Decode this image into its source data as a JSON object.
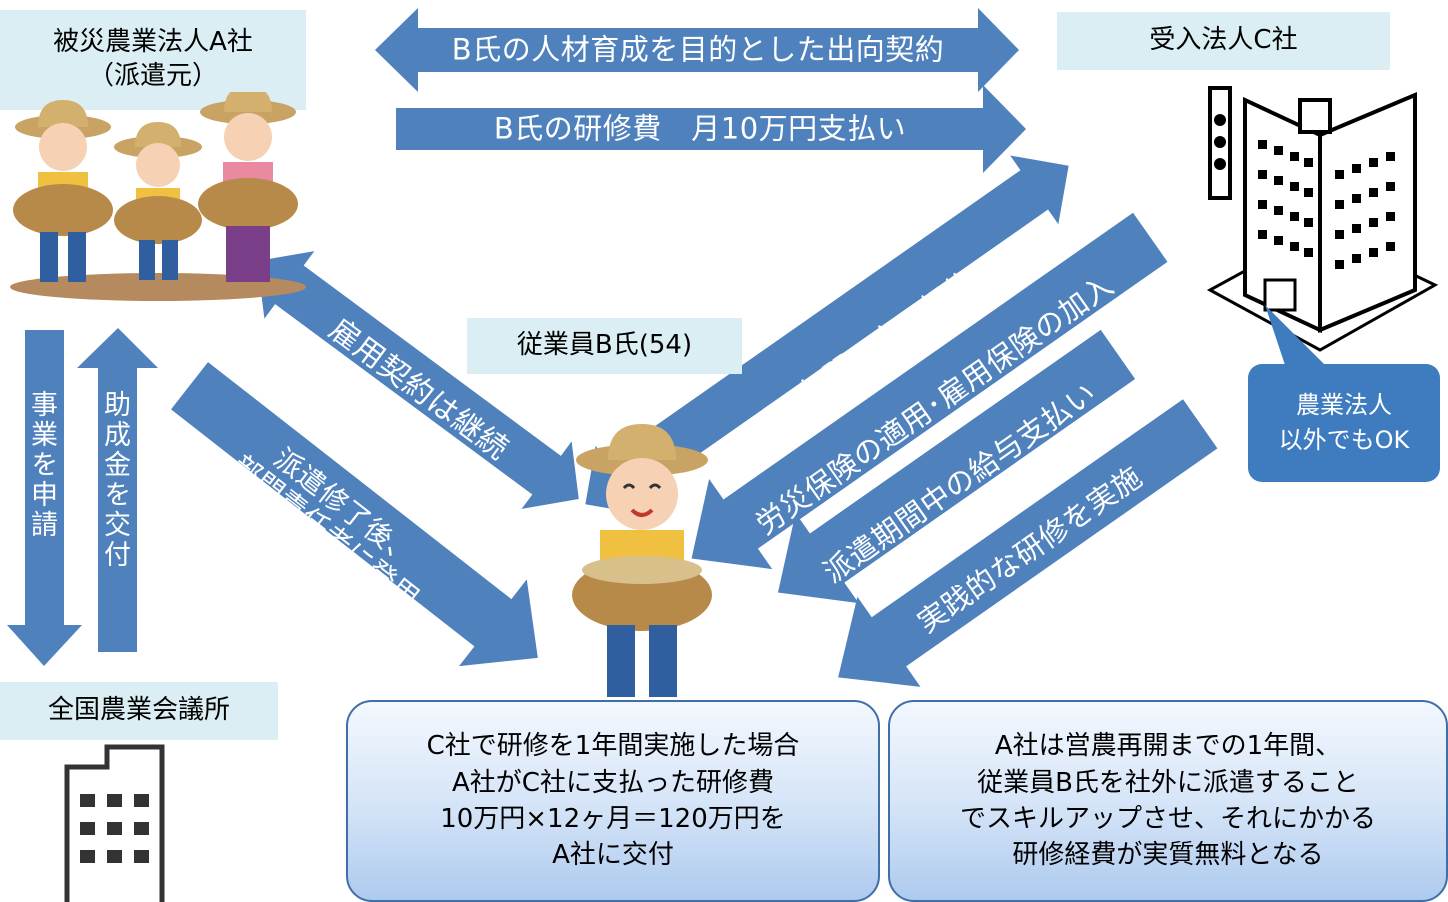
{
  "colors": {
    "arrow": "#4f81bd",
    "label_bg": "#daeef3",
    "bubble": "#3e7cbf"
  },
  "labels": {
    "company_a": "被災農業法人A社\n（派遣元）",
    "company_c": "受入法人C社",
    "employee_b": "従業員B氏(54)",
    "national_chamber": "全国農業会議所"
  },
  "arrows": {
    "secondment_contract": "B氏の人材育成を目的とした出向契約",
    "training_fee": "B氏の研修費　月10万円支払い",
    "employment_continues": "雇用契約は継続",
    "promotion": "派遣修了後、\n部門責任者に登用",
    "one_year_contract": "1年間の雇用契約",
    "insurance": "労災保険の適用･雇用保険の加入",
    "salary": "派遣期間中の給与支払い",
    "practical_training": "実践的な研修を実施",
    "apply_business": "事業を申請",
    "subsidy": "助成金を交付"
  },
  "bubble": {
    "non_agri_ok": "農業法人\n以外でもOK"
  },
  "callouts": {
    "subsidy_calc": "C社で研修を1年間実施した場合\nA社がC社に支払った研修費\n10万円×12ヶ月＝120万円を\nA社に交付",
    "benefit": "A社は営農再開までの1年間、\n従業員B氏を社外に派遣すること\nでスキルアップさせ、それにかかる\n研修経費が実質無料となる"
  },
  "icons": {
    "farmers_group": "farmers-group-illustration",
    "farmer": "farmer-illustration",
    "office_building": "office-building-illustration",
    "hall_building": "building-icon"
  }
}
